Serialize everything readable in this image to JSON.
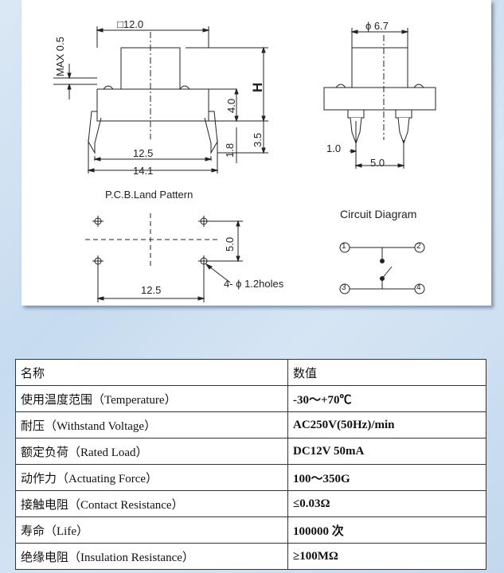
{
  "drawing": {
    "dim_width": "□12.0",
    "dim_max": "MAX 0.5",
    "dim_4_0": "4.0",
    "dim_h": "H",
    "dim_3_5": "3.5",
    "dim_1_8": "1.8",
    "dim_12_5": "12.5",
    "dim_14_1": "14.1",
    "dim_phi": "ϕ 6.7",
    "dim_1_0": "1.0",
    "dim_5_0_side": "5.0",
    "pcb_title": "P.C.B.Land Pattern",
    "pcb_5_0": "5.0",
    "pcb_12_5": "12.5",
    "pcb_holes": "4- ϕ 1.2holes",
    "circuit_title": "Circuit Diagram",
    "pins": [
      "1",
      "2",
      "3",
      "4"
    ]
  },
  "spec_table": {
    "header": {
      "name": "名称",
      "value": "数值"
    },
    "rows": [
      {
        "name": "使用温度范围（Temperature）",
        "value": "-30～+70℃"
      },
      {
        "name": "耐压（Withstand Voltage）",
        "value": "AC250V(50Hz)/min"
      },
      {
        "name": "额定负荷（Rated Load）",
        "value": "DC12V 50mA"
      },
      {
        "name": "动作力（Actuating Force）",
        "value": "100～350G"
      },
      {
        "name": "接触电阻（Contact Resistance）",
        "value": "≤0.03Ω"
      },
      {
        "name": "寿命（Life）",
        "value": "100000 次"
      },
      {
        "name": "绝缘电阻（Insulation Resistance）",
        "value": "≥100MΩ"
      }
    ]
  }
}
